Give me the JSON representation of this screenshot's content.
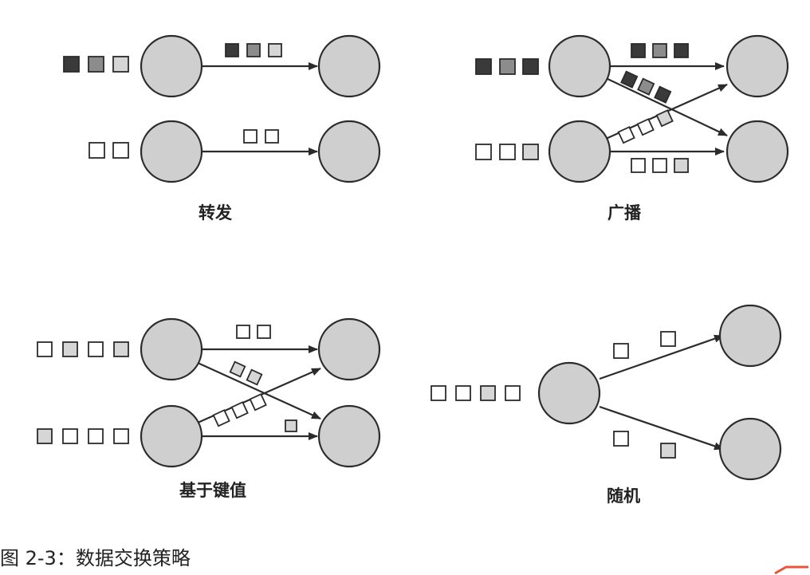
{
  "panels": [
    {
      "id": "forward",
      "label": "转发"
    },
    {
      "id": "broadcast",
      "label": "广播"
    },
    {
      "id": "keyed",
      "label": "基于键值"
    },
    {
      "id": "random",
      "label": "随机"
    }
  ],
  "caption": "图 2-3：数据交换策略",
  "colors": {
    "node_fill": "#cfcfcf",
    "stroke": "#2b2b2b",
    "square_dark": "#3a3a3a",
    "square_mid": "#8c8c8c",
    "square_light": "#d6d6d6",
    "square_empty": "#ffffff",
    "accent": "#e8553a"
  }
}
